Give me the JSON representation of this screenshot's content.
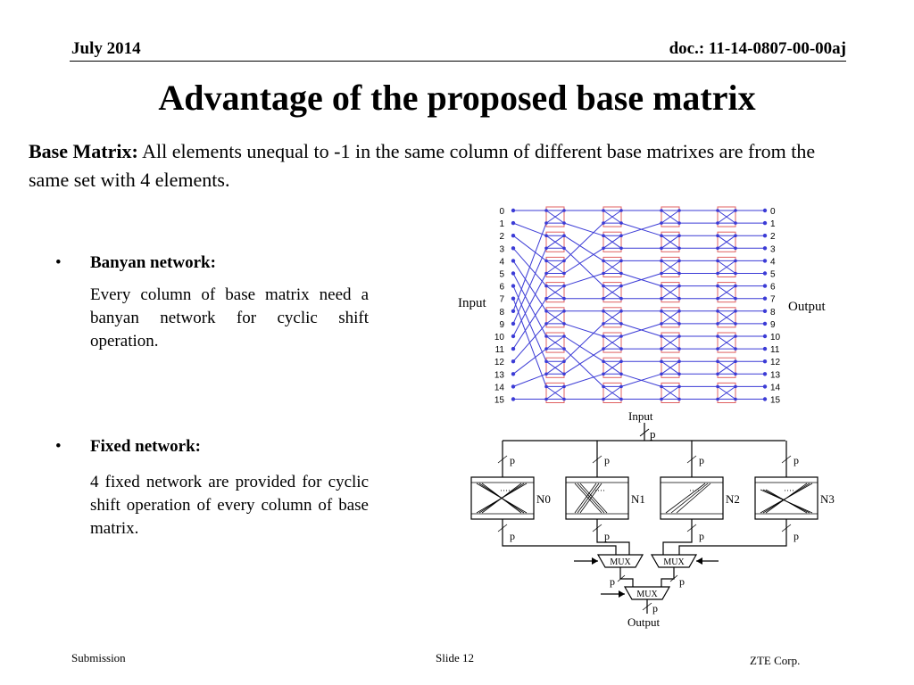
{
  "header": {
    "date": "July 2014",
    "doc_id": "doc.: 11-14-0807-00-00aj"
  },
  "title": "Advantage of the proposed base matrix",
  "intro": {
    "lead": "Base Matrix:",
    "text": " All elements unequal to -1 in the same column of different base matrixes are from the same set with 4 elements."
  },
  "bullets": [
    {
      "marker": "•",
      "heading": "Banyan network:",
      "body": "Every column of base matrix need a banyan network for cyclic shift operation."
    },
    {
      "marker": "•",
      "heading": "Fixed network:",
      "body": "4 fixed network are provided for cyclic shift operation of every column of base matrix."
    }
  ],
  "figure": {
    "banyan": {
      "input_label": "Input",
      "output_label": "Output",
      "ports": [
        "0",
        "1",
        "2",
        "3",
        "4",
        "5",
        "6",
        "7",
        "8",
        "9",
        "10",
        "11",
        "12",
        "13",
        "14",
        "15"
      ],
      "line_color": "#3b3bd6",
      "switch_color": "#e06060"
    },
    "fixed": {
      "input_label": "Input",
      "output_label": "Output",
      "width_label": "p",
      "networks": [
        "N0",
        "N1",
        "N2",
        "N3"
      ],
      "mux_label": "MUX"
    }
  },
  "footer": {
    "left": "Submission",
    "center": "Slide 12",
    "right": "ZTE Corp."
  }
}
